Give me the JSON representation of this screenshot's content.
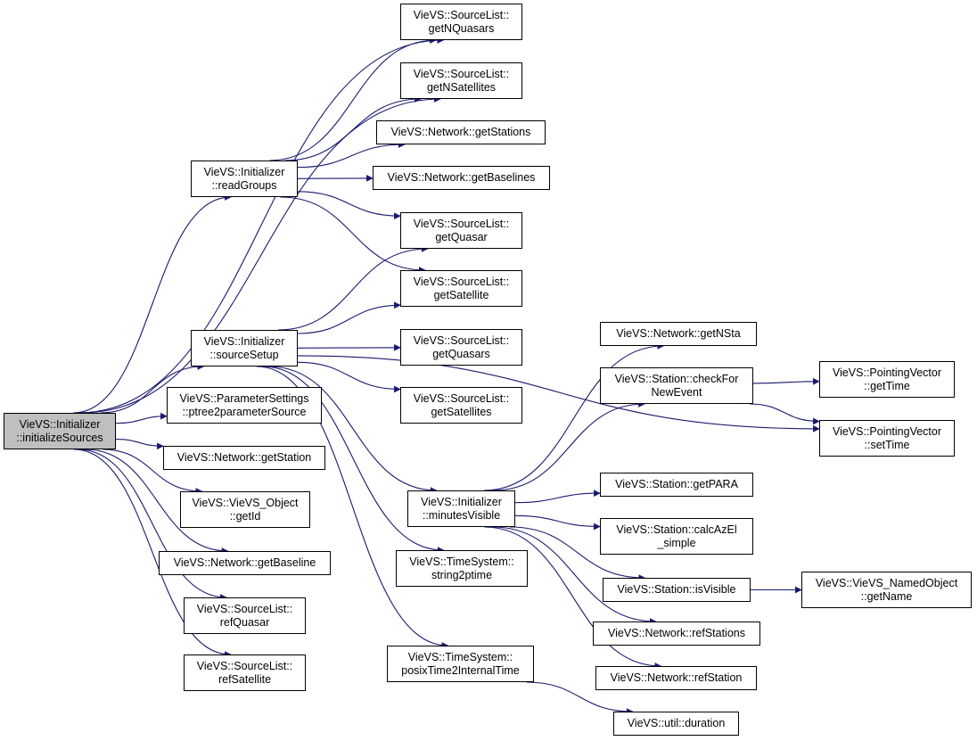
{
  "nodes": {
    "initializeSources": [
      "VieVS::Initializer",
      "::initializeSources"
    ],
    "readGroups": [
      "VieVS::Initializer",
      "::readGroups"
    ],
    "sourceSetup": [
      "VieVS::Initializer",
      "::sourceSetup"
    ],
    "ptree2parameterSource": [
      "VieVS::ParameterSettings",
      "::ptree2parameterSource"
    ],
    "getStation": [
      "VieVS::Network::getStation"
    ],
    "getId": [
      "VieVS::VieVS_Object",
      "::getId"
    ],
    "getBaseline": [
      "VieVS::Network::getBaseline"
    ],
    "refQuasar": [
      "VieVS::SourceList::",
      "refQuasar"
    ],
    "refSatellite": [
      "VieVS::SourceList::",
      "refSatellite"
    ],
    "getNQuasars": [
      "VieVS::SourceList::",
      "getNQuasars"
    ],
    "getNSatellites": [
      "VieVS::SourceList::",
      "getNSatellites"
    ],
    "getStations": [
      "VieVS::Network::getStations"
    ],
    "getBaselines": [
      "VieVS::Network::getBaselines"
    ],
    "getQuasar": [
      "VieVS::SourceList::",
      "getQuasar"
    ],
    "getSatellite": [
      "VieVS::SourceList::",
      "getSatellite"
    ],
    "getQuasars": [
      "VieVS::SourceList::",
      "getQuasars"
    ],
    "getSatellites": [
      "VieVS::SourceList::",
      "getSatellites"
    ],
    "minutesVisible": [
      "VieVS::Initializer",
      "::minutesVisible"
    ],
    "string2ptime": [
      "VieVS::TimeSystem::",
      "string2ptime"
    ],
    "posixTime2InternalTime": [
      "VieVS::TimeSystem::",
      "posixTime2InternalTime"
    ],
    "getNSta": [
      "VieVS::Network::getNSta"
    ],
    "checkForNewEvent": [
      "VieVS::Station::checkFor",
      "NewEvent"
    ],
    "getPARA": [
      "VieVS::Station::getPARA"
    ],
    "calcAzEl_simple": [
      "VieVS::Station::calcAzEl",
      "_simple"
    ],
    "isVisible": [
      "VieVS::Station::isVisible"
    ],
    "refStations": [
      "VieVS::Network::refStations"
    ],
    "refStation": [
      "VieVS::Network::refStation"
    ],
    "duration": [
      "VieVS::util::duration"
    ],
    "pv_getTime": [
      "VieVS::PointingVector",
      "::getTime"
    ],
    "pv_setTime": [
      "VieVS::PointingVector",
      "::setTime"
    ],
    "getName": [
      "VieVS::VieVS_NamedObject",
      "::getName"
    ]
  },
  "edges": [
    [
      "initializeSources",
      "getNQuasars"
    ],
    [
      "initializeSources",
      "getNSatellites"
    ],
    [
      "initializeSources",
      "readGroups"
    ],
    [
      "initializeSources",
      "sourceSetup"
    ],
    [
      "initializeSources",
      "ptree2parameterSource"
    ],
    [
      "initializeSources",
      "getStation"
    ],
    [
      "initializeSources",
      "getId"
    ],
    [
      "initializeSources",
      "getBaseline"
    ],
    [
      "initializeSources",
      "refQuasar"
    ],
    [
      "initializeSources",
      "refSatellite"
    ],
    [
      "readGroups",
      "getNQuasars"
    ],
    [
      "readGroups",
      "getNSatellites"
    ],
    [
      "readGroups",
      "getStations"
    ],
    [
      "readGroups",
      "getBaselines"
    ],
    [
      "readGroups",
      "getQuasar"
    ],
    [
      "readGroups",
      "getSatellite"
    ],
    [
      "sourceSetup",
      "getQuasar"
    ],
    [
      "sourceSetup",
      "getSatellite"
    ],
    [
      "sourceSetup",
      "getQuasars"
    ],
    [
      "sourceSetup",
      "getSatellites"
    ],
    [
      "sourceSetup",
      "pv_setTime"
    ],
    [
      "sourceSetup",
      "minutesVisible"
    ],
    [
      "sourceSetup",
      "string2ptime"
    ],
    [
      "sourceSetup",
      "posixTime2InternalTime"
    ],
    [
      "minutesVisible",
      "getNSta"
    ],
    [
      "minutesVisible",
      "checkForNewEvent"
    ],
    [
      "minutesVisible",
      "getPARA"
    ],
    [
      "minutesVisible",
      "calcAzEl_simple"
    ],
    [
      "minutesVisible",
      "isVisible"
    ],
    [
      "minutesVisible",
      "refStations"
    ],
    [
      "minutesVisible",
      "refStation"
    ],
    [
      "checkForNewEvent",
      "pv_getTime"
    ],
    [
      "checkForNewEvent",
      "pv_setTime"
    ],
    [
      "isVisible",
      "getName"
    ],
    [
      "posixTime2InternalTime",
      "duration"
    ]
  ],
  "colors": {
    "edge": "#191970",
    "root_fill": "#bfbfbf",
    "node_border": "#000000"
  }
}
